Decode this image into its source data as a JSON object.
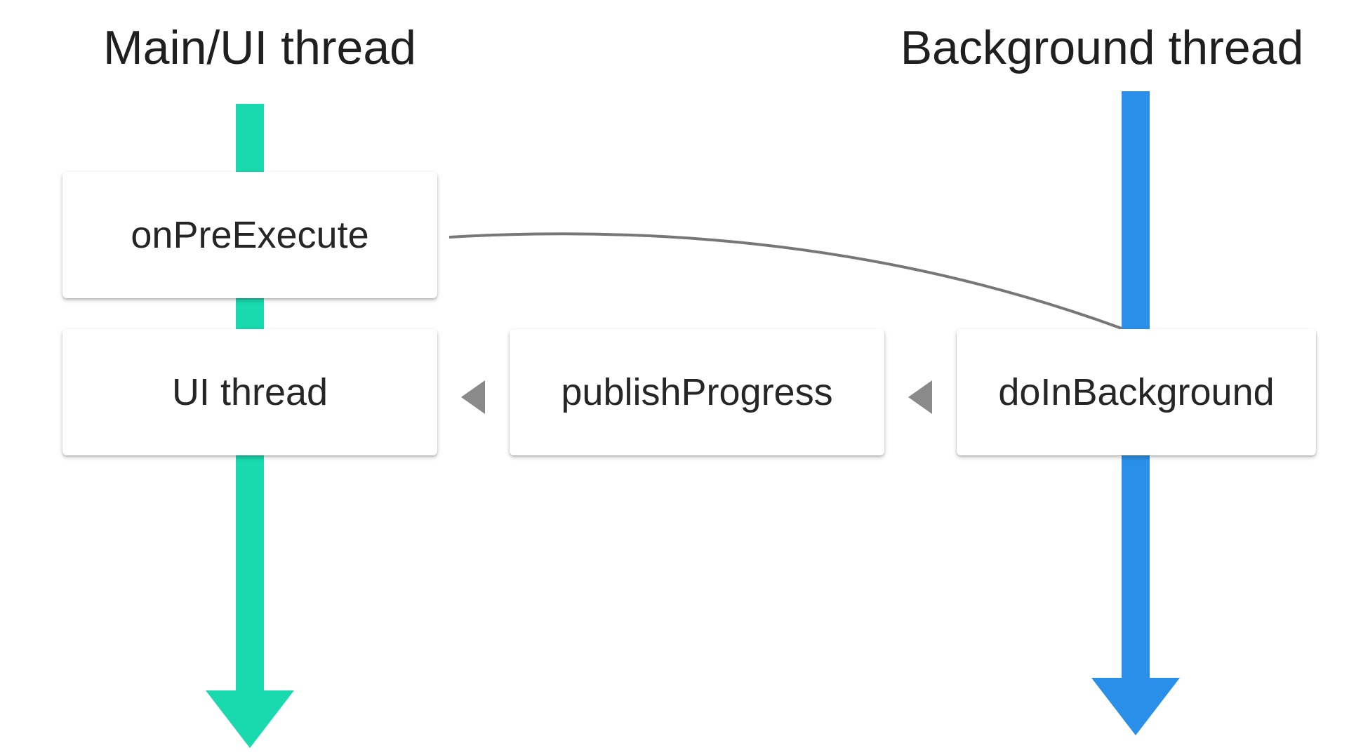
{
  "lanes": {
    "main": {
      "title": "Main/UI thread",
      "color": "#19D9AF"
    },
    "background": {
      "title": "Background thread",
      "color": "#2A8FE8"
    }
  },
  "boxes": {
    "on_pre_execute": "onPreExecute",
    "ui_thread": "UI thread",
    "publish_progress": "publishProgress",
    "do_in_background": "doInBackground"
  },
  "colors": {
    "connector": "#777777",
    "small_arrow": "#8a8a8a",
    "box_bg": "#ffffff",
    "text": "#262626"
  }
}
